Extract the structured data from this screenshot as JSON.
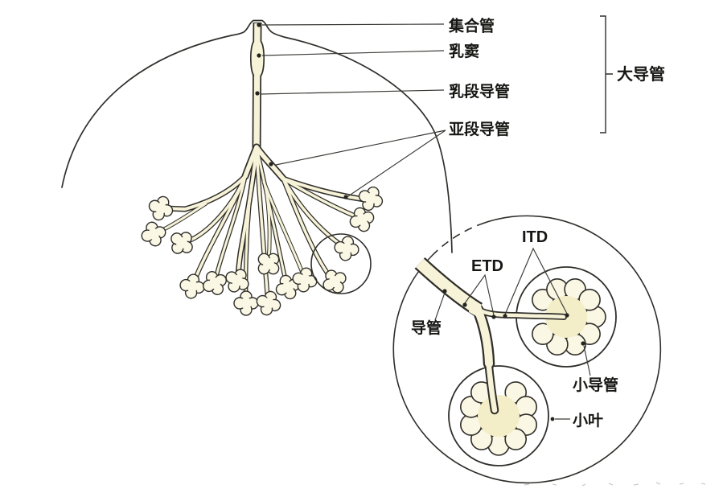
{
  "colors": {
    "ink": "#2f2e2a",
    "duct_fill": "#f7f3d8",
    "petal_fill": "#faf7e4",
    "lobule_center_fill": "#f3eec7",
    "label_color": "#161613"
  },
  "main_diagram": {
    "description_labels": {
      "collecting_duct": "集合管",
      "lactiferous_sinus": "乳窦",
      "segmental_duct": "乳段导管",
      "subsegmental_duct": "亚段导管"
    },
    "bracket_label": "大导管"
  },
  "magnified_view": {
    "labels": {
      "etd": "ETD",
      "itd": "ITD",
      "duct": "导管",
      "ductule": "小导管",
      "lobule": "小叶"
    }
  }
}
